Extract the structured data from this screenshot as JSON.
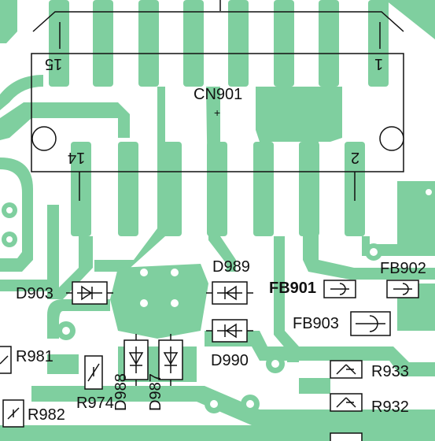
{
  "connector": {
    "ref": "CN901",
    "pin_15": "15",
    "pin_1": "1",
    "pin_14": "14",
    "pin_2": "2",
    "center_mark": "+"
  },
  "components": {
    "d903": "D903",
    "d989": "D989",
    "d990": "D990",
    "d988": "D988",
    "d987": "D987",
    "fb901": "FB901",
    "fb902": "FB902",
    "fb903": "FB903",
    "r981": "R981",
    "r982": "R982",
    "r974": "R974",
    "r933": "R933",
    "r932": "R932"
  },
  "colors": {
    "copper": "#7fcf9f",
    "silkscreen": "#111111",
    "board": "#ffffff"
  }
}
